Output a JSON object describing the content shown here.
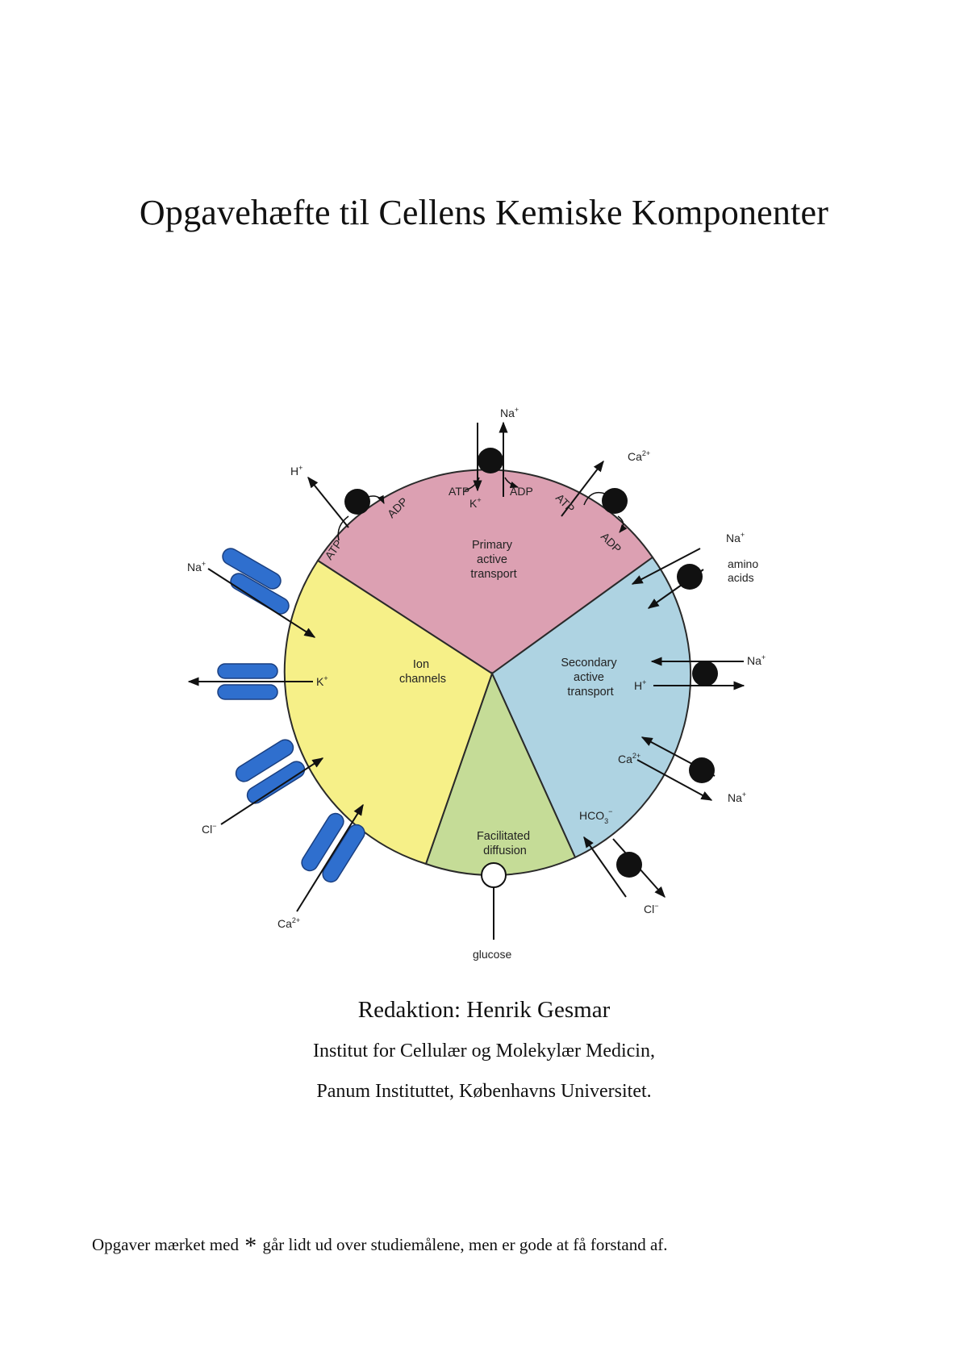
{
  "document": {
    "title": "Opgavehæfte til Cellens Kemiske Komponenter",
    "credit": "Redaktion: Henrik Gesmar",
    "institute_line1": "Institut for Cellulær og Molekylær Medicin,",
    "institute_line2": "Panum Instituttet, Københavns Universitet.",
    "note_before": "Opgaver mærket med",
    "note_star": "*",
    "note_after": "går lidt ud over studiemålene, men er gode at få forstand af."
  },
  "figure": {
    "colors": {
      "primary": "#dca0b2",
      "ion": "#f6f088",
      "facilitated": "#c5dc97",
      "secondary": "#aed3e2",
      "channel": "#2f6fce",
      "carrier": "#111111"
    },
    "segments": {
      "primary": [
        "Primary",
        "active",
        "transport"
      ],
      "ion": [
        "Ion",
        "channels"
      ],
      "facilitated": [
        "Facilitated",
        "diffusion"
      ],
      "secondary": [
        "Secondary",
        "active",
        "transport"
      ]
    },
    "labels": {
      "na_top": "Na",
      "na_top_sup": "+",
      "k_top": "K",
      "k_top_sup": "+",
      "atp_top": "ATP",
      "adp_top": "ADP",
      "h_left": "H",
      "h_left_sup": "+",
      "atp_left": "ATP",
      "adp_left": "ADP",
      "ca_right": "Ca",
      "ca_right_sup": "2+",
      "atp_right": "ATP",
      "adp_right": "ADP",
      "na_ion": "Na",
      "na_ion_sup": "+",
      "k_ion": "K",
      "k_ion_sup": "+",
      "cl_ion": "Cl",
      "cl_ion_sup": "−",
      "ca_ion": "Ca",
      "ca_ion_sup": "2+",
      "glucose": "glucose",
      "na_sec1": "Na",
      "na_sec1_sup": "+",
      "amino": "amino",
      "acids": "acids",
      "na_sec2": "Na",
      "na_sec2_sup": "+",
      "h_sec": "H",
      "h_sec_sup": "+",
      "ca_sec": "Ca",
      "ca_sec_sup": "2+",
      "na_sec3": "Na",
      "na_sec3_sup": "+",
      "hco3": "HCO",
      "hco3_sub": "3",
      "hco3_sup": "−",
      "cl_sec": "Cl",
      "cl_sec_sup": "−"
    }
  }
}
